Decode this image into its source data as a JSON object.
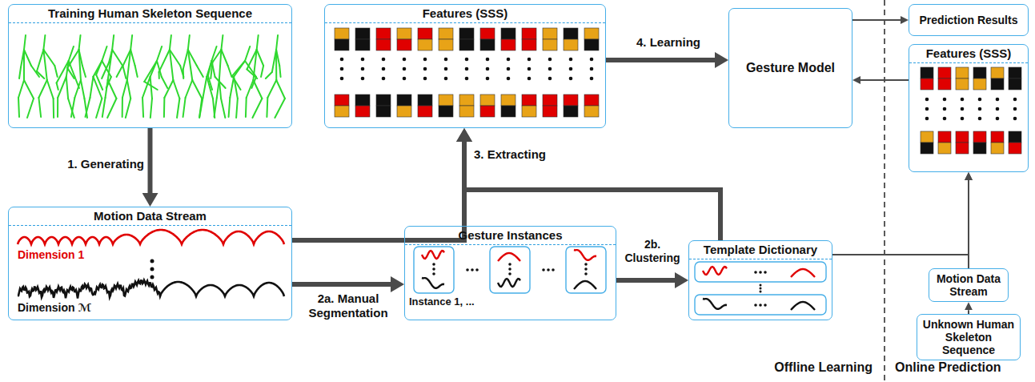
{
  "diagram": {
    "nodes": [
      {
        "text": [
          "Training Human Skeleton Sequence"
        ]
      },
      {
        "text": [
          "Features (SSS)"
        ]
      },
      {
        "text": [
          "Gesture Model"
        ]
      },
      {
        "text": [
          "Prediction Results"
        ]
      },
      {
        "text": [
          "Features (SSS)"
        ]
      },
      {
        "text": [
          "Motion Data Stream"
        ]
      },
      {
        "text": [
          "Gesture Instances"
        ]
      },
      {
        "text": [
          "Template Dictionary"
        ]
      },
      {
        "text": [
          "Motion Data Stream"
        ]
      },
      {
        "text": [
          "Unknown Human Skeleton Sequence"
        ]
      }
    ],
    "edges": [
      {
        "from": 0,
        "to": 5,
        "label": "1. Generating",
        "arrow": "to"
      },
      {
        "from": 5,
        "to": 1,
        "label": "3. Extracting",
        "arrow": "to"
      },
      {
        "from": 7,
        "to": 1,
        "arrow": "to"
      },
      {
        "from": 5,
        "to": 6,
        "label": "2a. Manual Segmentation",
        "arrow": "to"
      },
      {
        "from": 6,
        "to": 7,
        "label": "2b. Clustering",
        "arrow": "to"
      },
      {
        "from": 1,
        "to": 2,
        "label": "4. Learning",
        "arrow": "to"
      },
      {
        "from": 2,
        "to": 3,
        "arrow": "to"
      },
      {
        "from": 4,
        "to": 2,
        "arrow": "to"
      },
      {
        "from": 8,
        "to": 4,
        "arrow": "to"
      },
      {
        "from": 9,
        "to": 8,
        "arrow": "to"
      },
      {
        "from": 7,
        "to": 4,
        "arrow": "to"
      }
    ],
    "labels": [
      "Dimension 1",
      "Dimension ℳ",
      "Instance 1, ...",
      "Offline Learning",
      "Online Prediction"
    ]
  }
}
